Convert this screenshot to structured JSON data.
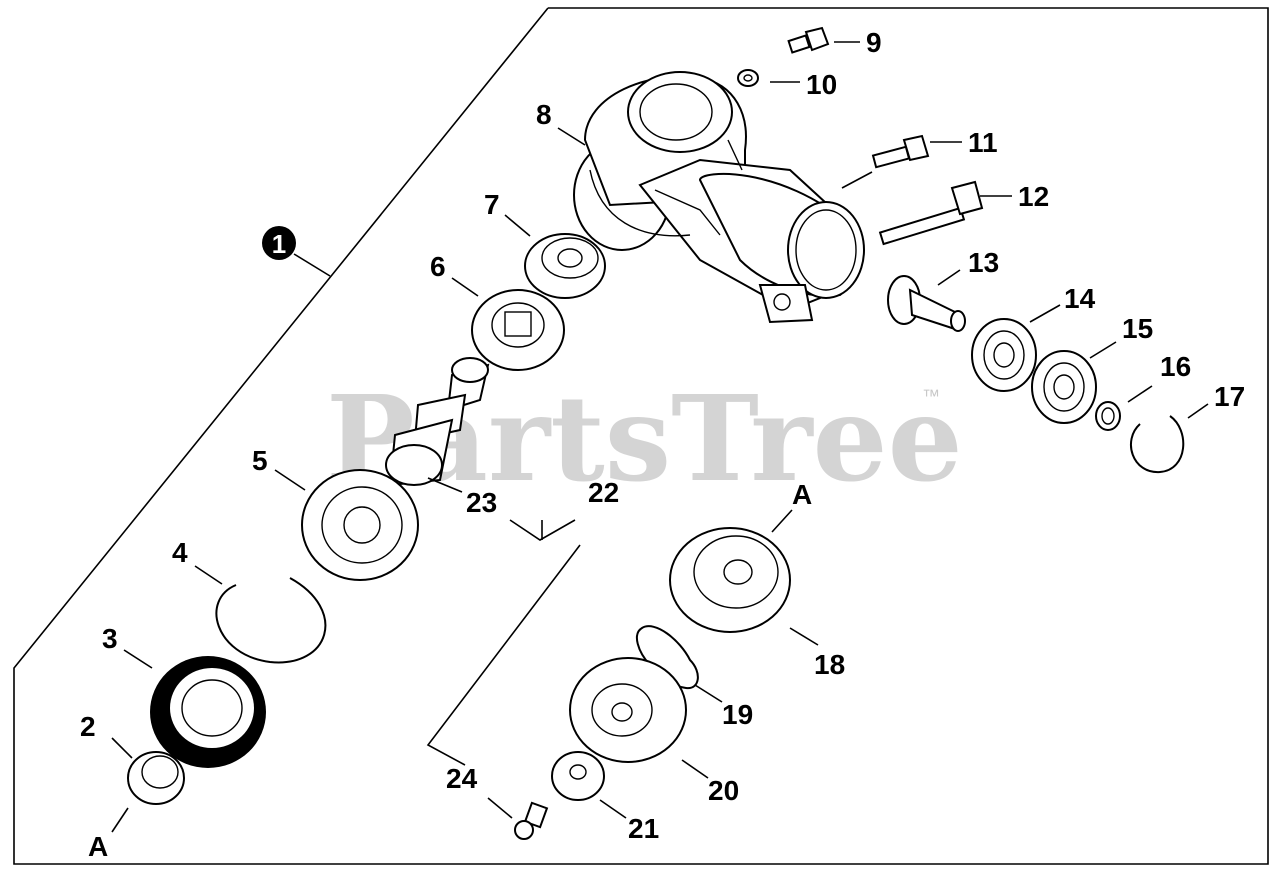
{
  "watermark": {
    "text": "PartsTree",
    "trademark": "™"
  },
  "assembly_callout": "1",
  "callouts": [
    {
      "id": "2",
      "label": "2"
    },
    {
      "id": "3",
      "label": "3"
    },
    {
      "id": "4",
      "label": "4"
    },
    {
      "id": "5",
      "label": "5"
    },
    {
      "id": "6",
      "label": "6"
    },
    {
      "id": "7",
      "label": "7"
    },
    {
      "id": "8",
      "label": "8"
    },
    {
      "id": "9",
      "label": "9"
    },
    {
      "id": "10",
      "label": "10"
    },
    {
      "id": "11",
      "label": "11"
    },
    {
      "id": "12",
      "label": "12"
    },
    {
      "id": "13",
      "label": "13"
    },
    {
      "id": "14",
      "label": "14"
    },
    {
      "id": "15",
      "label": "15"
    },
    {
      "id": "16",
      "label": "16"
    },
    {
      "id": "17",
      "label": "17"
    },
    {
      "id": "18",
      "label": "18"
    },
    {
      "id": "19",
      "label": "19"
    },
    {
      "id": "20",
      "label": "20"
    },
    {
      "id": "21",
      "label": "21"
    },
    {
      "id": "22",
      "label": "22"
    },
    {
      "id": "23",
      "label": "23"
    },
    {
      "id": "24",
      "label": "24"
    }
  ],
  "reference_letters": [
    "A",
    "A"
  ]
}
